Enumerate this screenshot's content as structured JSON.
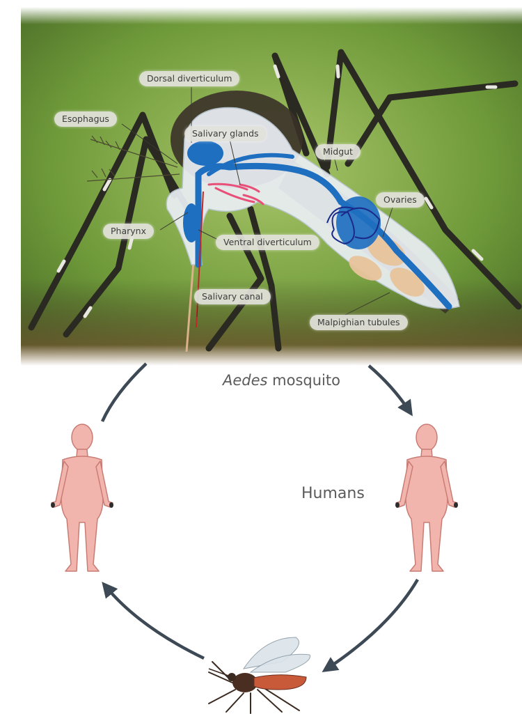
{
  "photo_labels": {
    "dorsal_diverticulum": "Dorsal diverticulum",
    "esophagus": "Esophagus",
    "salivary_glands": "Salivary glands",
    "midgut": "Midgut",
    "ovaries": "Ovaries",
    "pharynx": "Pharynx",
    "ventral_diverticulum": "Ventral diverticulum",
    "salivary_canal": "Salivary canal",
    "malpighian_tubules": "Malpighian tubules"
  },
  "cycle": {
    "title_genus": "Aedes",
    "title_rest": " mosquito",
    "humans_label": "Humans"
  },
  "colors": {
    "organ_blue": "#1f6fc0",
    "outline_navy": "#1a2a8a",
    "gland_pink": "#e8507a",
    "ovary_tan": "#e8c49c",
    "arrow": "#3d4a55",
    "human_skin": "#f2b5ad",
    "human_outline": "#c87c74"
  }
}
